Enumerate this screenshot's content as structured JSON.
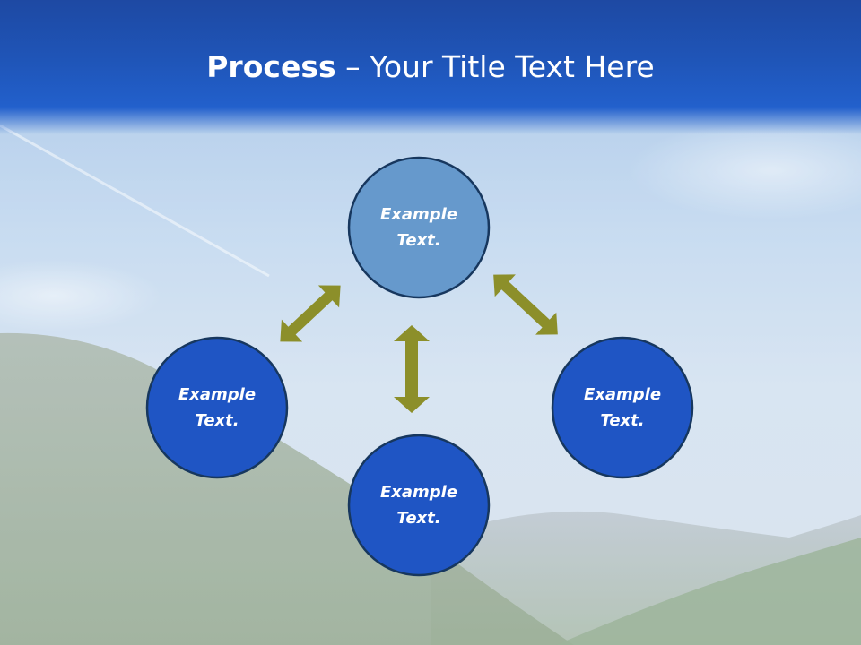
{
  "title": {
    "bold_part": "Process",
    "separator": " – ",
    "rest": "Your Title Text Here"
  },
  "colors": {
    "title_bar": "#1f55b8",
    "node_top_fill": "#6699cc",
    "node_fill": "#1f55c4",
    "node_stroke": "#17375e",
    "arrow": "#8c8f2a"
  },
  "diagram": {
    "nodes": [
      {
        "id": "top",
        "line1": "Example",
        "line2": "Text."
      },
      {
        "id": "left",
        "line1": "Example",
        "line2": "Text."
      },
      {
        "id": "right",
        "line1": "Example",
        "line2": "Text."
      },
      {
        "id": "bottom",
        "line1": "Example",
        "line2": "Text."
      }
    ],
    "arrows": [
      {
        "from": "left",
        "to": "top",
        "style": "double-headed"
      },
      {
        "from": "top",
        "to": "right",
        "style": "double-headed"
      },
      {
        "from": "top",
        "to": "bottom",
        "style": "double-headed"
      }
    ]
  }
}
